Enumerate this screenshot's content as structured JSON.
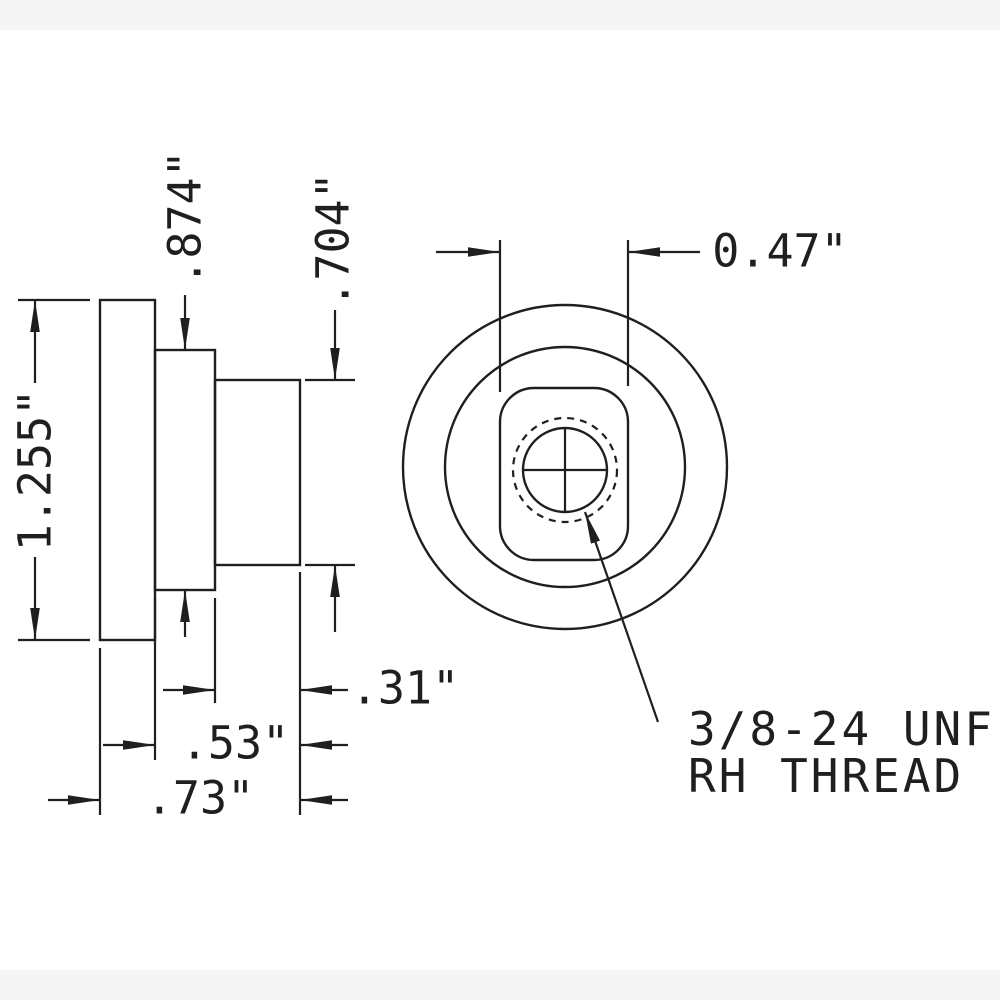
{
  "drawing": {
    "type": "engineering-drawing",
    "views": {
      "side": {
        "dims": {
          "overall_height": "1.255\"",
          "hub_height": ".874\"",
          "boss_height": ".704\"",
          "boss_length": ".31\"",
          "hub_plus_boss_length": ".53\"",
          "overall_length": ".73\""
        }
      },
      "front": {
        "dims": {
          "slot_width": "0.47\""
        },
        "thread_note": {
          "line1": "3/8-24 UNF",
          "line2": "RH THREAD"
        }
      }
    },
    "colors": {
      "line": "#1f1f1f",
      "background": "#ffffff",
      "letterbox": "#f5f5f5"
    }
  }
}
